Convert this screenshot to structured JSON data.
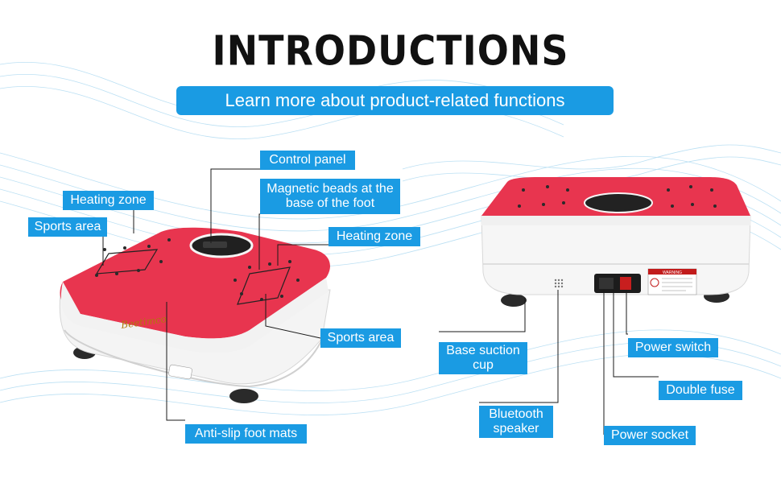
{
  "header": {
    "title": "INTRODUCTIONS",
    "subtitle": "Learn more about product-related functions"
  },
  "labels": {
    "control_panel": "Control panel",
    "magnetic_beads": "Magnetic beads at the base of the foot",
    "heating_zone_left": "Heating zone",
    "sports_area_left": "Sports area",
    "heating_zone_right": "Heating zone",
    "sports_area_right": "Sports area",
    "anti_slip": "Anti-slip foot mats",
    "base_suction": "Base suction cup",
    "bluetooth": "Bluetooth speaker",
    "power_switch": "Power switch",
    "double_fuse": "Double fuse",
    "power_socket": "Power socket"
  },
  "product": {
    "brand": "Beetimco",
    "warning": "WARNING"
  },
  "colors": {
    "accent": "#1a9be3",
    "platform_red": "#e8354f",
    "body_white": "#f6f6f6"
  }
}
